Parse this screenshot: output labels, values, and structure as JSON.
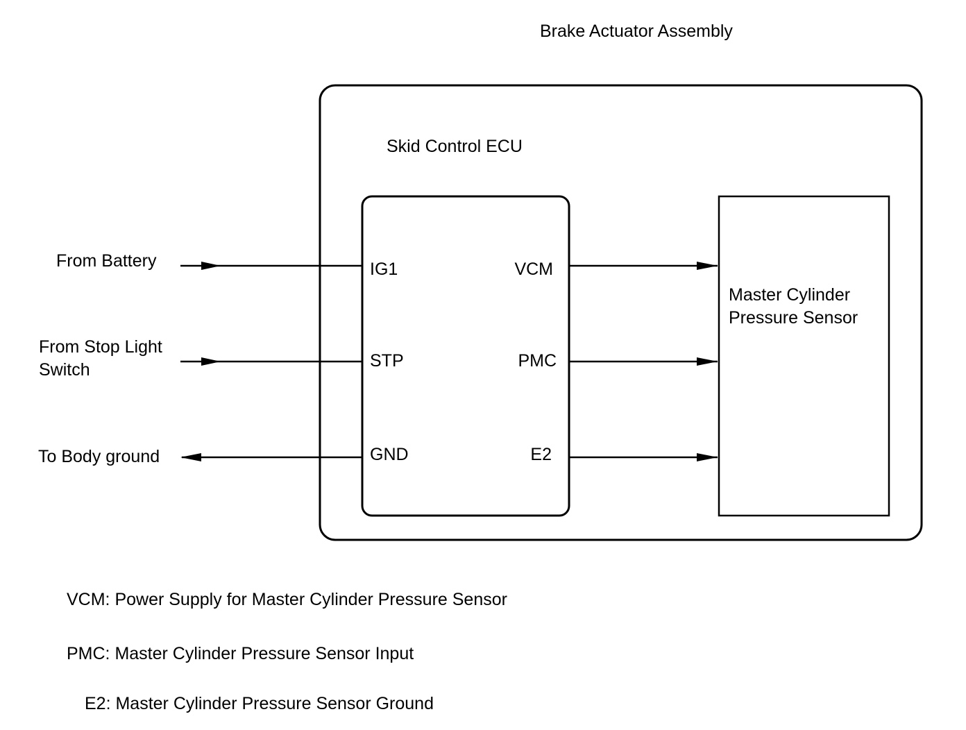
{
  "assembly": {
    "title": "Brake Actuator Assembly"
  },
  "ecu": {
    "title": "Skid Control ECU",
    "left_pins": [
      "IG1",
      "STP",
      "GND"
    ],
    "right_pins": [
      "VCM",
      "PMC",
      "E2"
    ]
  },
  "sensor": {
    "title_line1": "Master Cylinder",
    "title_line2": "Pressure Sensor"
  },
  "inputs": {
    "battery": "From Battery",
    "stop_light_line1": "From Stop Light",
    "stop_light_line2": "Switch",
    "ground": "To Body ground"
  },
  "legend": [
    "VCM: Power Supply for Master Cylinder Pressure Sensor",
    "PMC: Master Cylinder Pressure Sensor Input",
    "E2: Master Cylinder Pressure Sensor Ground"
  ]
}
